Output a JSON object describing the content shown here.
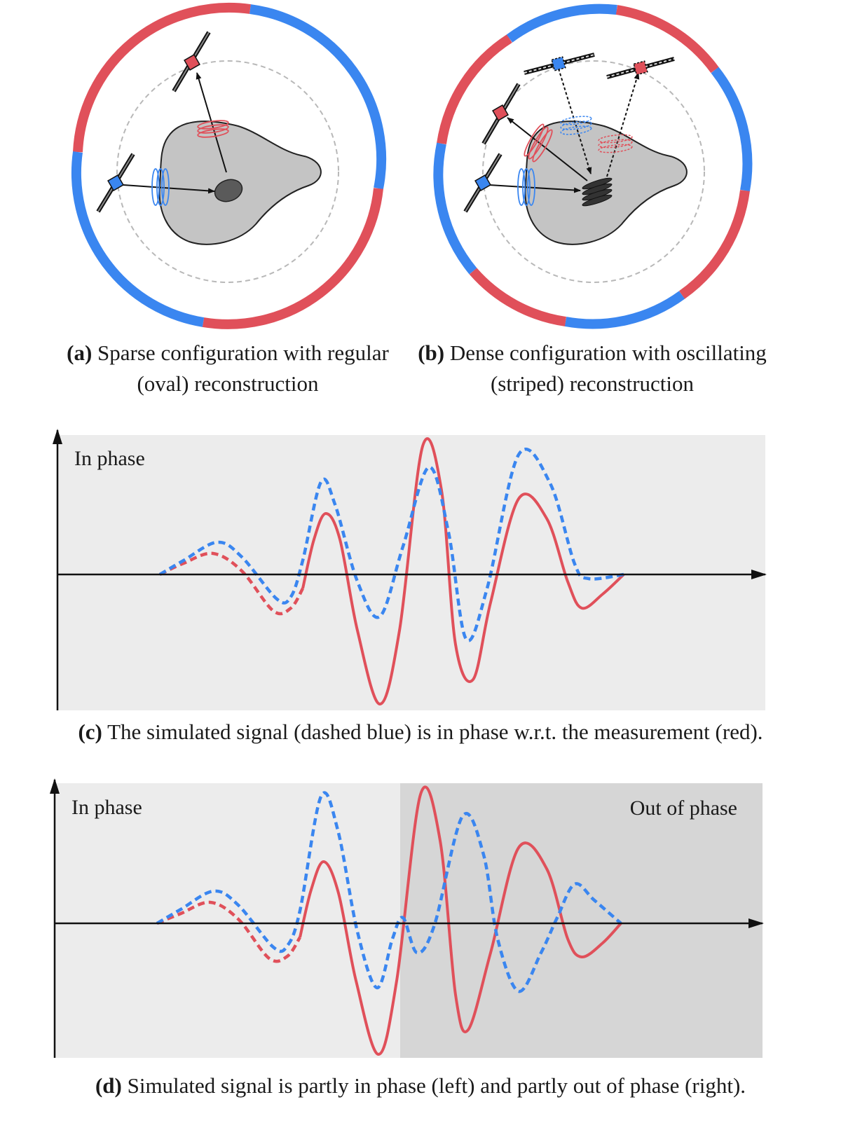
{
  "panel_a": {
    "label": "(a)",
    "caption": "Sparse configuration with regular (oval) reconstruction"
  },
  "panel_b": {
    "label": "(b)",
    "caption": "Dense configuration with oscillating (striped) reconstruction"
  },
  "panel_c": {
    "label": "(c)",
    "caption": "The simulated signal (dashed blue) is in phase w.r.t. the measurement (red).",
    "region_label": "In phase"
  },
  "panel_d": {
    "label": "(d)",
    "caption": "Simulated signal is partly in phase (left) and partly out of phase (right).",
    "left_label": "In phase",
    "right_label": "Out of phase"
  },
  "colors": {
    "red": "#e0505a",
    "blue": "#3a86f0",
    "body_gray": "#c4c4c4",
    "panel_light": "#ececec",
    "panel_dark": "#d6d6d6"
  }
}
